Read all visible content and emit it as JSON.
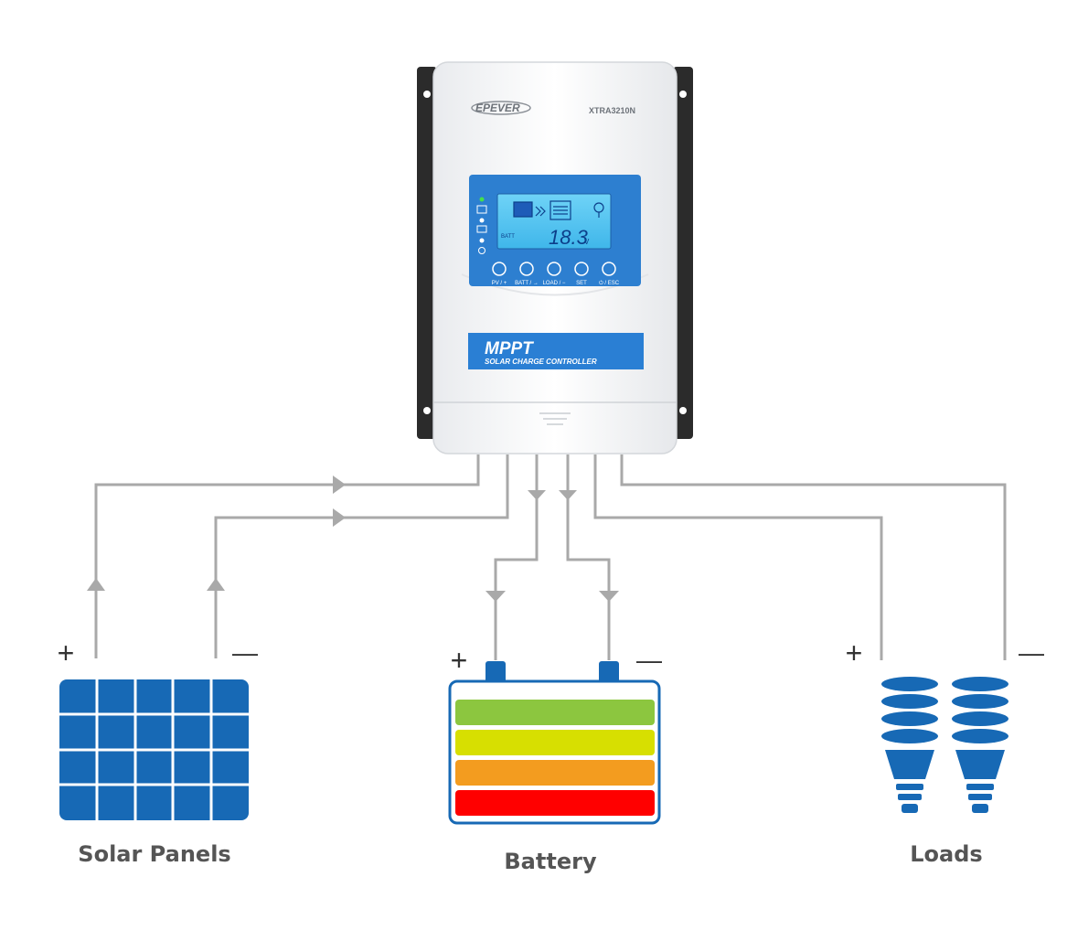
{
  "controller": {
    "brand": "EPEVER",
    "model": "XTRA3210N",
    "lcd_label": "BATT",
    "lcd_reading": "18.3",
    "lcd_unit": "V",
    "buttons": [
      {
        "label": "PV / +"
      },
      {
        "label": "BATT / →"
      },
      {
        "label": "LOAD / −"
      },
      {
        "label": "SET"
      },
      {
        "label": "⏻ / ESC"
      }
    ],
    "banner_title": "MPPT",
    "banner_subtitle": "SOLAR CHARGE CONTROLLER"
  },
  "components": {
    "solar": {
      "label": "Solar Panels",
      "plus": "+",
      "minus": "—"
    },
    "battery": {
      "label": "Battery",
      "plus": "+",
      "minus": "—"
    },
    "loads": {
      "label": "Loads",
      "plus": "+",
      "minus": "—"
    }
  },
  "colors": {
    "panel_blue": "#1769b5",
    "wire": "#a9a9a9",
    "lcd": "#4fc3f0",
    "lcd_frame": "#2d7fd0",
    "banner": "#2a7fd4",
    "batt_bar_1": "#8cc63f",
    "batt_bar_2": "#d7df01",
    "batt_bar_3": "#f39c1f",
    "batt_bar_4": "#ff0000",
    "label_text": "#555555"
  }
}
